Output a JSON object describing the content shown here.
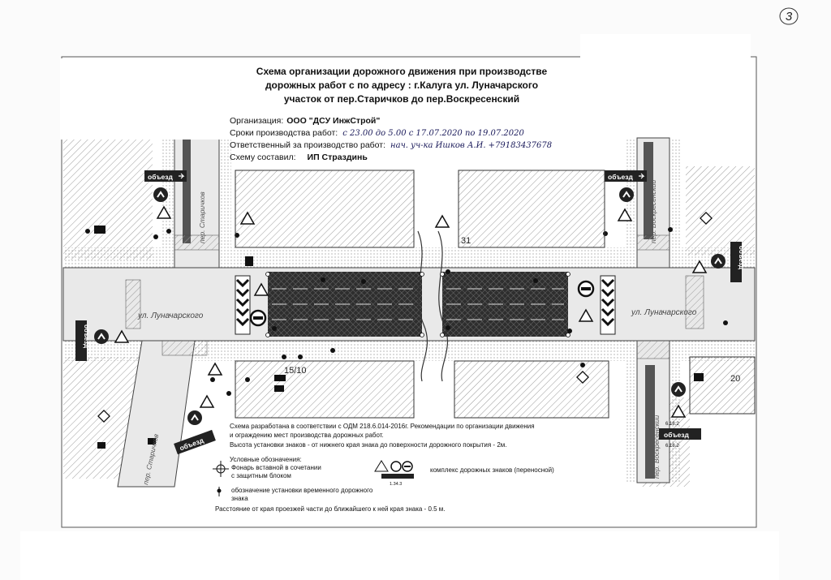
{
  "page_number": "3",
  "title": {
    "line1": "Схема организации дорожного движения при производстве",
    "line2": "дорожных работ с по адресу : г.Калуга  ул. Луначарского",
    "line3": "участок от  пер.Старичков  до пер.Воскресенский"
  },
  "info": {
    "org_label": "Организация:",
    "org_value": "ООО \"ДСУ ИнжСтрой\"",
    "dates_label": "Сроки производства работ:",
    "dates_value": "с 23.00 до 5.00  с 17.07.2020 по 19.07.2020",
    "resp_label": "Ответственный за производство работ:",
    "resp_value": "нач. уч-ка Ишков А.И. +79183437678",
    "author_label": "Схему составил:",
    "author_value": "ИП Страздинь"
  },
  "notes": {
    "line1": "Схема разработана в соответствии с ОДМ 218.6.014-2016г. Рекомендации по организации движения",
    "line2": "и ограждению мест   производства дорожных работ.",
    "line3": "Высота установки знаков -  от нижнего края знака до поверхности дорожного покрытия - 2м.",
    "legend_title": "Условные обозначения:",
    "legend_lamp": "Фонарь вставной в сочетании",
    "legend_lamp2": "с защитным блоком",
    "legend_complex": "комплекс дорожных знаков (переносной)",
    "legend_temp": "обозначение установки временного дорожного",
    "legend_temp2": "знака",
    "distance": "Расстояние от края проезжей части до ближайшего к ней края знака - 0.5 м."
  },
  "streets": {
    "main": "ул. Луначарского",
    "main2": "ул. Луначарского",
    "left_lane": "пер. Старичков",
    "left_lower": "пер. Старичков",
    "right_lane": "пер. Воскресенский",
    "right_lower": "пер. Воскресенский"
  },
  "building_numbers": {
    "b31": "31",
    "b15": "15/10",
    "b20": "20"
  },
  "signs": {
    "detour": "объезд",
    "sign_code_1": "6.18.2",
    "sign_code_2": "6.18.2",
    "sign_code_3": "1.34.3"
  },
  "colors": {
    "road": "#e9e9e9",
    "work_zone": "#3a3a3a",
    "hatch": "#9a9a9a",
    "sidewalk": "#d9d9d9"
  }
}
